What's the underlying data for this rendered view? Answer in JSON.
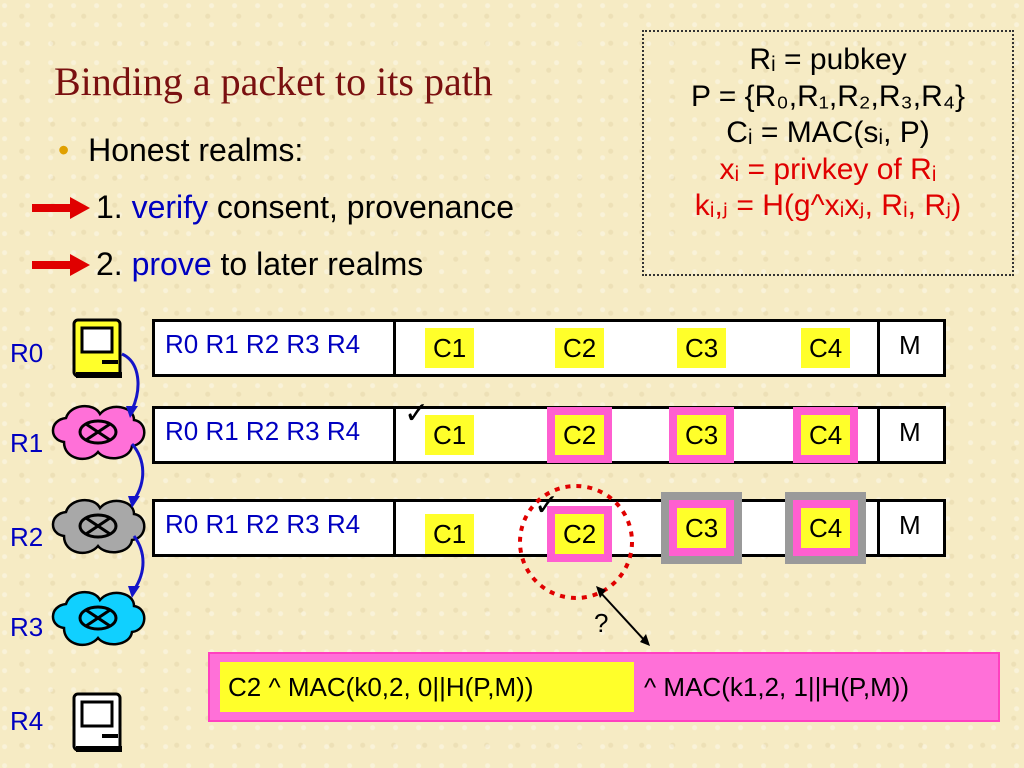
{
  "slide": {
    "title": "Binding a packet to its path",
    "bullet": "Honest realms:",
    "step1_num": "1. ",
    "step1_word": "verify",
    "step1_rest": " consent, provenance",
    "step2_num": "2. ",
    "step2_word": "prove",
    "step2_rest": " to later realms"
  },
  "definitions": {
    "line1": "Rᵢ = pubkey",
    "line2": "P = {R₀,R₁,R₂,R₃,R₄}",
    "line3": "Cᵢ = MAC(sᵢ, P)",
    "line4": "xᵢ = privkey of Rᵢ",
    "line5": "kᵢ,ⱼ = H(g^xᵢxⱼ, Rᵢ, Rⱼ)"
  },
  "realms": [
    "R0",
    "R1",
    "R2",
    "R3",
    "R4"
  ],
  "packet": {
    "path_text": "R0 R1 R2 R3  R4",
    "cells": [
      "C1",
      "C2",
      "C3",
      "C4"
    ],
    "payload": "M"
  },
  "question_mark": "?",
  "checkmark": "✓",
  "formula": {
    "left": "C2 ^ MAC(k0,2, 0||H(P,M))",
    "right": "^ MAC(k1,2, 1||H(P,M))"
  },
  "colors": {
    "title": "#7a1010",
    "accent_blue": "#0000c0",
    "highlight_yellow": "#ffff2a",
    "highlight_pink": "#ff5fd0",
    "red": "#e00000",
    "cloud_pink": "#ff70d8",
    "cloud_gray": "#a8a8a8",
    "cloud_cyan": "#10d0ff"
  }
}
